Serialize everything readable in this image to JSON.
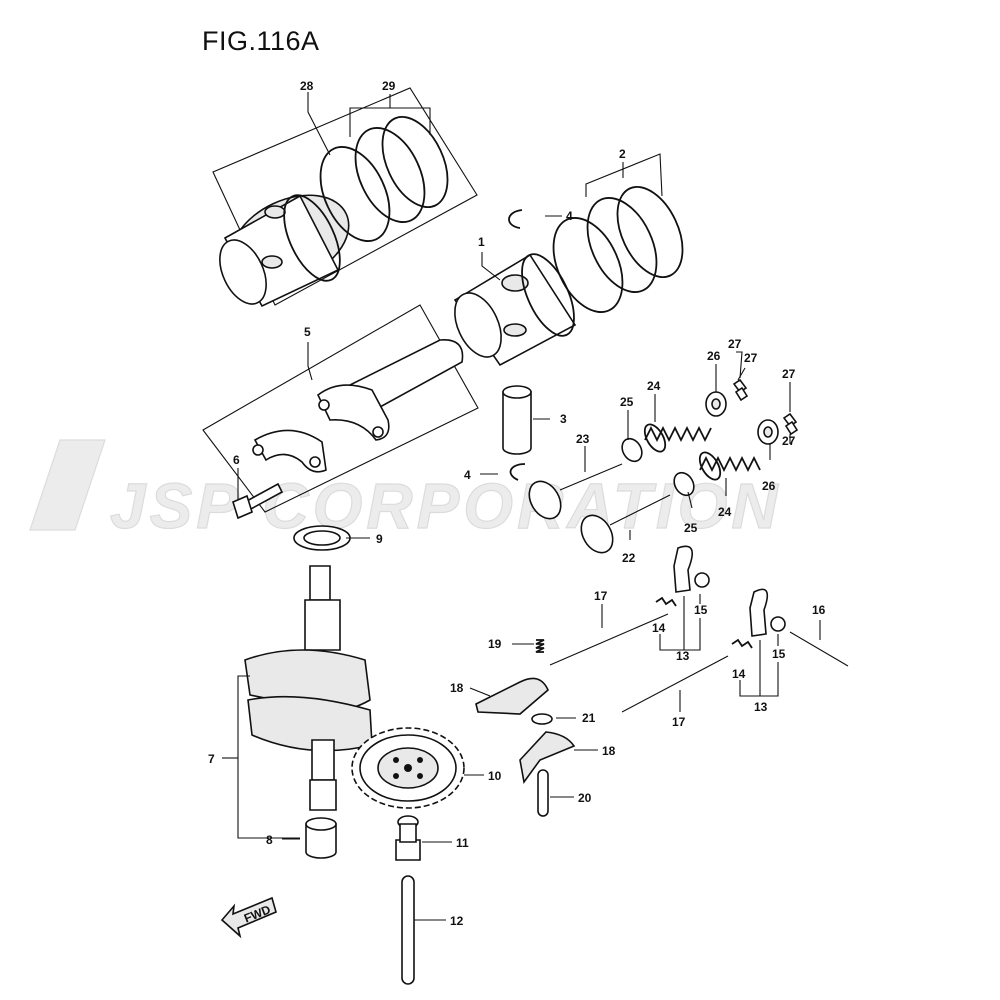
{
  "figure": {
    "title": "FIG.116A"
  },
  "watermark": {
    "text": "JSP CORPORATION"
  },
  "fwd_arrow": {
    "label": "FWD"
  },
  "callouts": {
    "c28": "28",
    "c29": "29",
    "c2": "2",
    "c4a": "4",
    "c1": "1",
    "c5": "5",
    "c3": "3",
    "c6": "6",
    "c4b": "4",
    "c27a": "27",
    "c27b": "27",
    "c26a": "26",
    "c24a": "24",
    "c25a": "25",
    "c27c": "27",
    "c27d": "27",
    "c26b": "26",
    "c23": "23",
    "c24b": "24",
    "c25b": "25",
    "c22": "22",
    "c9": "9",
    "c17a": "17",
    "c15a": "15",
    "c14a": "14",
    "c13a": "13",
    "c19": "19",
    "c16": "16",
    "c15b": "15",
    "c14b": "14",
    "c18a": "18",
    "c13b": "13",
    "c21": "21",
    "c17b": "17",
    "c7": "7",
    "c18b": "18",
    "c10": "10",
    "c20": "20",
    "c8": "8",
    "c11": "11",
    "c12": "12"
  },
  "colors": {
    "line": "#111111",
    "watermark": "#ececec",
    "background": "#ffffff"
  }
}
